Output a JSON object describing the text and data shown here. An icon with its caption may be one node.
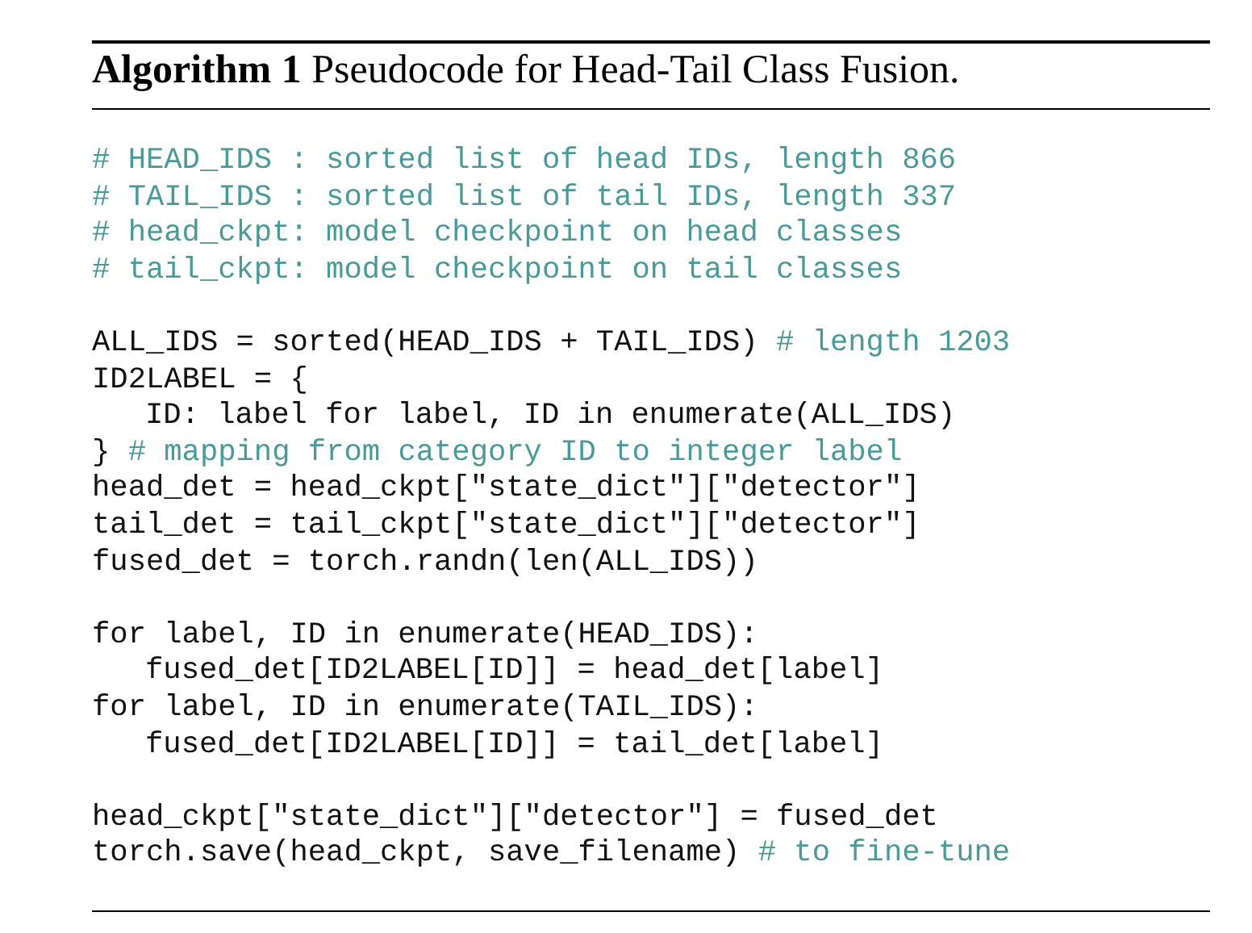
{
  "diagram": {
    "title": "**Algorithm 1** Pseudocode for Head-Tail Class Fusion.",
    "labels": [
      "# HEAD_IDS : sorted list of head IDs, length 866",
      "# TAIL_IDS : sorted list of tail IDs, length 337",
      "# head_ckpt: model checkpoint on head classes",
      "# tail_ckpt: model checkpoint on tail classes",
      "ALL_IDS = sorted(HEAD_IDS + TAIL_IDS) # length 1203",
      "ID2LABEL = {",
      "ID: label for label, ID in enumerate(ALL_IDS)",
      "} # mapping from category ID to integer label",
      "head_det = head_ckpt[\"state_dict\"][\"detector\"]",
      "tail_det = tail_ckpt[\"state_dict\"][\"detector\"]",
      "fused_det = torch.randn(len(ALL_IDS))",
      "for label, ID in enumerate(HEAD_IDS):",
      "fused_det[ID2LABEL[ID]] = head_det[label]",
      "for label, ID in enumerate(TAIL_IDS):",
      "fused_det[ID2LABEL[ID]] = tail_det[label]",
      "head_ckpt[\"state_dict\"][\"detector\"] = fused_det",
      "torch.save(head_ckpt, save_filename) # to fine-tune"
    ]
  }
}
